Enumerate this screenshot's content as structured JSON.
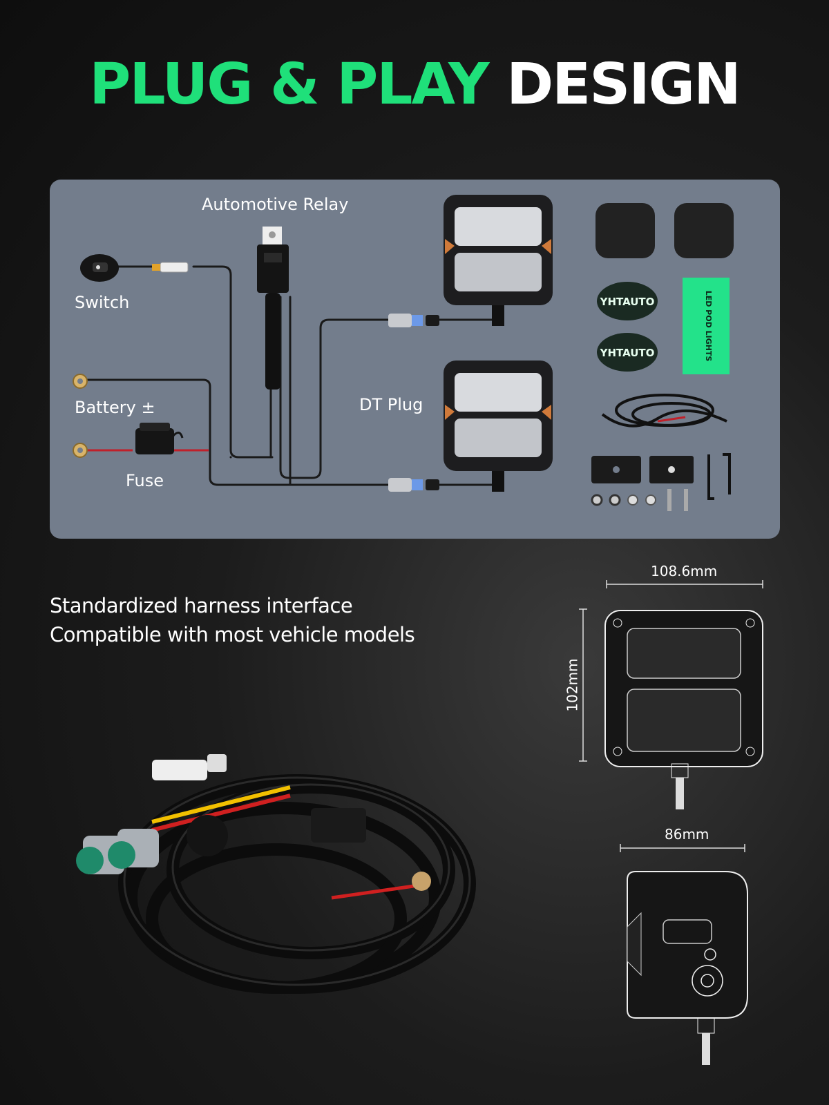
{
  "headline": {
    "part1": "PLUG & PLAY",
    "part2": "DESIGN",
    "accent_color": "#1fe07a"
  },
  "diagram": {
    "labels": {
      "relay": "Automotive Relay",
      "switch": "Switch",
      "battery": "Battery ±",
      "fuse": "Fuse",
      "dt_plug": "DT Plug"
    },
    "light_brand": "YHT AUTO",
    "sticker_text": "YHTAUTO",
    "card_text": "LED POD LIGHTS"
  },
  "tagline": {
    "line1": "Standardized harness interface",
    "line2": "Compatible with most vehicle models"
  },
  "dimensions": {
    "width": "108.6mm",
    "height": "102mm",
    "depth": "86mm"
  }
}
